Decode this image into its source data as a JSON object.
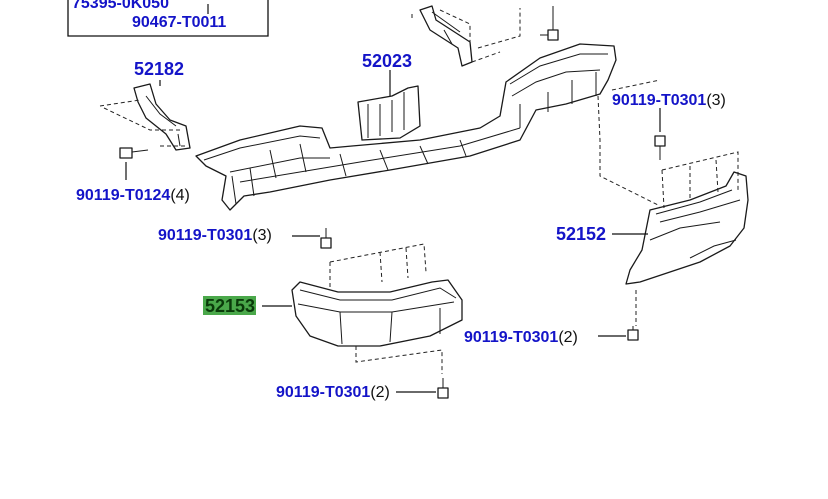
{
  "colors": {
    "part_number": "#1414c8",
    "highlight_fill": "#4aa84a",
    "highlight_text": "#0a3a0a"
  },
  "inset_box": {
    "line1": "75395-0K050",
    "line2": "90467-T0011"
  },
  "labels": {
    "bracket_left": "52182",
    "reinforcement": "52023",
    "bolt_upper_right": {
      "part": "90119-T0301",
      "qty": "(3)"
    },
    "bolt_left": {
      "part": "90119-T0124",
      "qty": "(4)"
    },
    "bolt_mid_left": {
      "part": "90119-T0301",
      "qty": "(3)"
    },
    "extension_right": "52152",
    "extension_left_highlighted": "52153",
    "bolt_mid_right": {
      "part": "90119-T0301",
      "qty": "(2)"
    },
    "bolt_bottom": {
      "part": "90119-T0301",
      "qty": "(2)"
    }
  }
}
